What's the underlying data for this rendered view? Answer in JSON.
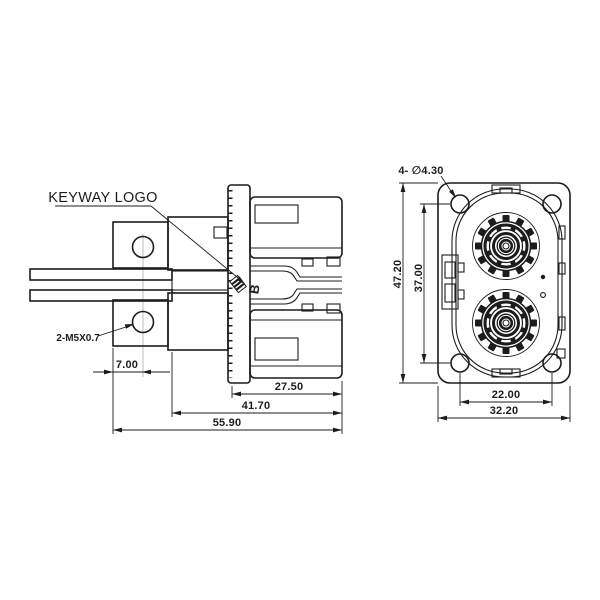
{
  "colors": {
    "line": "#1c1c1c",
    "centerline": "#b5b5b5",
    "background": "#ffffff"
  },
  "annotations": {
    "keyway_logo": "KEYWAY LOGO",
    "thread_callout": "2-M5X0.7",
    "mount_hole_callout": "4- ∅4.30",
    "keyway_glyph": "B"
  },
  "dimensions": {
    "side": [
      "7.00",
      "27.50",
      "41.70",
      "55.90"
    ],
    "front": [
      "47.20",
      "37.00",
      "22.00",
      "32.20"
    ]
  }
}
